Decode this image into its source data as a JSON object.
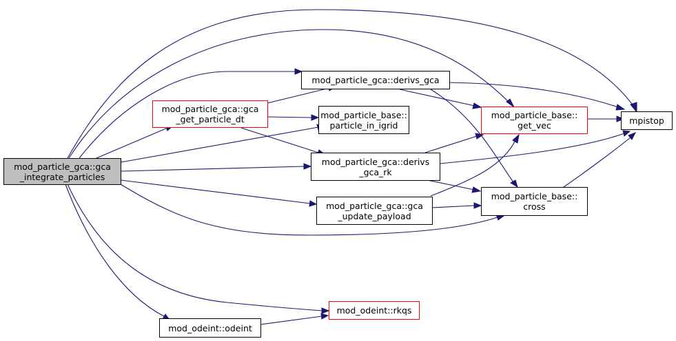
{
  "colors": {
    "edge": "#191970",
    "node_border": "#000000",
    "node_border_incomplete": "#ff0000",
    "root_fill": "#bfbfbf"
  },
  "nodes": {
    "integrate_particles": {
      "line1": "mod_particle_gca::gca",
      "line2": "_integrate_particles"
    },
    "get_particle_dt": {
      "line1": "mod_particle_gca::gca",
      "line2": "_get_particle_dt"
    },
    "derivs_gca": {
      "line1": "mod_particle_gca::derivs_gca"
    },
    "particle_in_igrid": {
      "line1": "mod_particle_base::",
      "line2": "particle_in_igrid"
    },
    "derivs_gca_rk": {
      "line1": "mod_particle_gca::derivs",
      "line2": "_gca_rk"
    },
    "update_payload": {
      "line1": "mod_particle_gca::gca",
      "line2": "_update_payload"
    },
    "get_vec": {
      "line1": "mod_particle_base::",
      "line2": "get_vec"
    },
    "cross": {
      "line1": "mod_particle_base::",
      "line2": "cross"
    },
    "mpistop": {
      "line1": "mpistop"
    },
    "rkqs": {
      "line1": "mod_odeint::rkqs"
    },
    "odeint": {
      "line1": "mod_odeint::odeint"
    }
  },
  "edges": [
    [
      "integrate_particles",
      "mpistop"
    ],
    [
      "integrate_particles",
      "get_vec"
    ],
    [
      "integrate_particles",
      "derivs_gca"
    ],
    [
      "integrate_particles",
      "get_particle_dt"
    ],
    [
      "integrate_particles",
      "particle_in_igrid"
    ],
    [
      "integrate_particles",
      "derivs_gca_rk"
    ],
    [
      "integrate_particles",
      "update_payload"
    ],
    [
      "integrate_particles",
      "cross"
    ],
    [
      "integrate_particles",
      "rkqs"
    ],
    [
      "integrate_particles",
      "odeint"
    ],
    [
      "get_particle_dt",
      "derivs_gca"
    ],
    [
      "get_particle_dt",
      "particle_in_igrid"
    ],
    [
      "get_particle_dt",
      "derivs_gca_rk"
    ],
    [
      "derivs_gca",
      "mpistop"
    ],
    [
      "derivs_gca",
      "get_vec"
    ],
    [
      "derivs_gca",
      "cross"
    ],
    [
      "derivs_gca_rk",
      "get_vec"
    ],
    [
      "derivs_gca_rk",
      "mpistop"
    ],
    [
      "derivs_gca_rk",
      "cross"
    ],
    [
      "update_payload",
      "get_vec"
    ],
    [
      "update_payload",
      "cross"
    ],
    [
      "get_vec",
      "mpistop"
    ],
    [
      "cross",
      "mpistop"
    ],
    [
      "odeint",
      "rkqs"
    ]
  ]
}
